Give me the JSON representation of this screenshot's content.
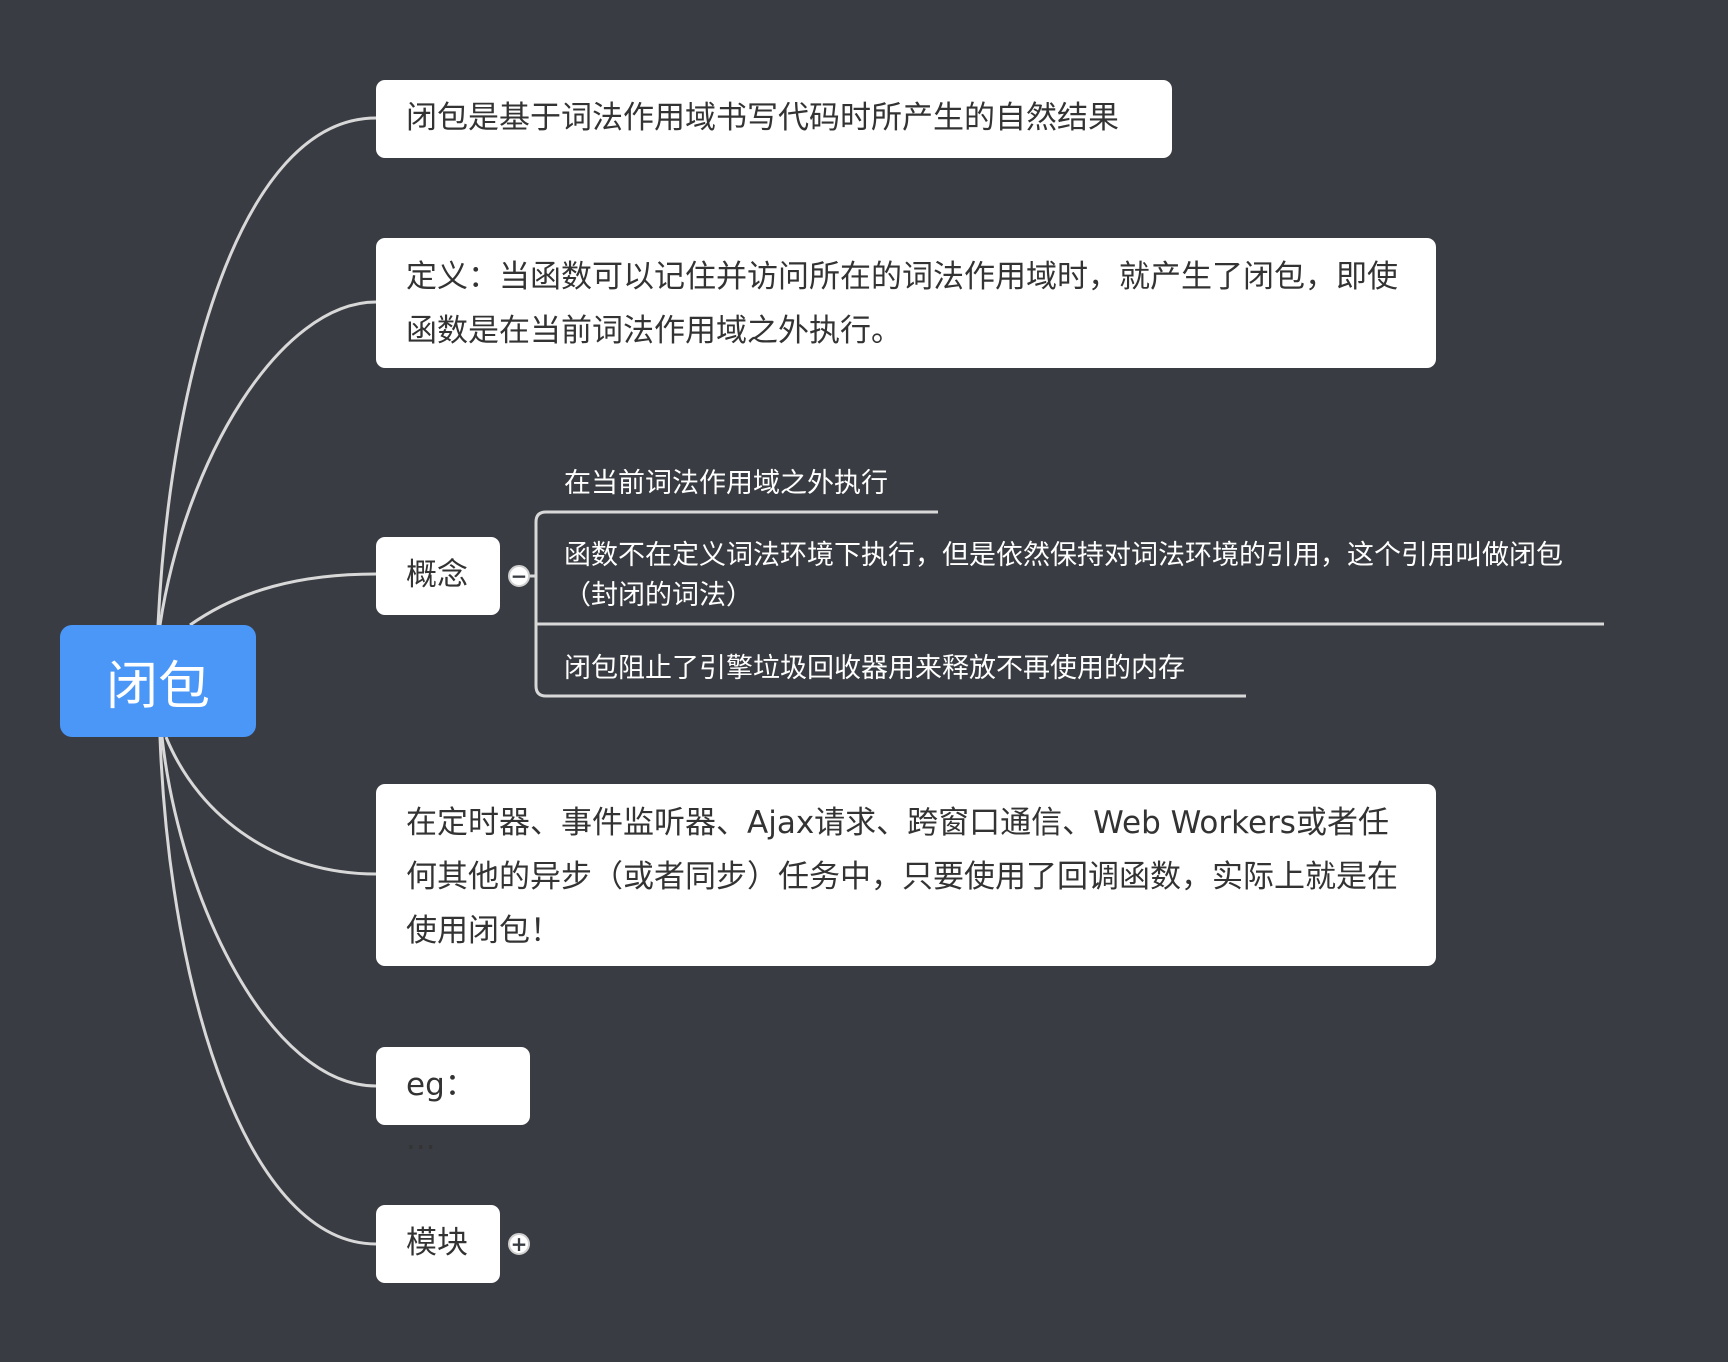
{
  "central": {
    "label": "闭包",
    "color": "#4a97f7"
  },
  "branches": [
    {
      "label": "闭包是基于词法作用域书写代码时所产生的自然结果"
    },
    {
      "label": "定义：当函数可以记住并访问所在的词法作用域时，就产生了闭包，即使函数是在当前词法作用域之外执行。"
    },
    {
      "label": "概念",
      "expanded": true,
      "toggle_icon": "minus-icon",
      "children": [
        {
          "label": "在当前词法作用域之外执行"
        },
        {
          "label": "函数不在定义词法环境下执行，但是依然保持对词法环境的引用，这个引用叫做闭包（封闭的词法）"
        },
        {
          "label": "闭包阻止了引擎垃圾回收器用来释放不再使用的内存"
        }
      ]
    },
    {
      "label": "在定时器、事件监听器、Ajax请求、跨窗口通信、Web Workers或者任何其他的异步（或者同步）任务中，只要使用了回调函数，实际上就是在使用闭包！"
    },
    {
      "label": "eg：  ..."
    },
    {
      "label": "模块",
      "expanded": false,
      "toggle_icon": "plus-icon"
    }
  ],
  "colors": {
    "background": "#393c42",
    "node_fill": "#ffffff",
    "connector": "#d8d8d8",
    "text_dark": "#333333",
    "text_light": "#ffffff"
  }
}
